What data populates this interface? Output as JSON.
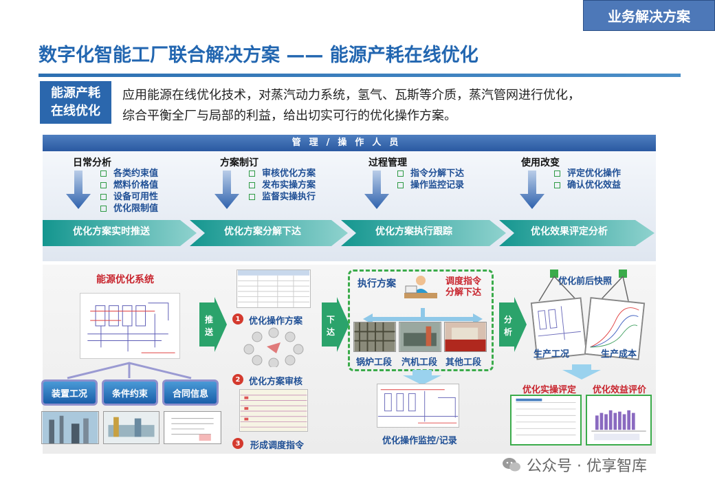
{
  "tag": "业务解决方案",
  "title": "数字化智能工厂联合解决方案 —— 能源产耗在线优化",
  "badge": [
    "能源产耗",
    "在线优化"
  ],
  "intro": [
    "应用能源在线优化技术，对蒸汽动力系统，氢气、瓦斯等介质，蒸汽管网进行优化，",
    "综合平衡全厂与局部的利益，给出切实可行的优化操作方案。"
  ],
  "manager_bar": "管理/操作人员",
  "phases": [
    {
      "title": "日常分析",
      "items": [
        "各类约束值",
        "燃料价格值",
        "设备可用性",
        "优化限制值"
      ],
      "chevron": "优化方案实时推送"
    },
    {
      "title": "方案制订",
      "items": [
        "审核优化方案",
        "发布实操方案",
        "监督实操执行"
      ],
      "chevron": "优化方案分解下达"
    },
    {
      "title": "过程管理",
      "items": [
        "指令分解下达",
        "操作监控记录"
      ],
      "chevron": "优化方案执行跟踪"
    },
    {
      "title": "使用改变",
      "items": [
        "评定优化操作",
        "确认优化效益"
      ],
      "chevron": "优化效果评定分析"
    }
  ],
  "colors": {
    "accent": "#2266b0",
    "chevron": "#1aa6a0",
    "check": "#2d9a43",
    "highlight": "#c8252e"
  },
  "flow": {
    "system_label": "能源优化系统",
    "inputs": [
      "装置工况",
      "条件约束",
      "合同信息"
    ],
    "arrow1": "推送",
    "steps": [
      {
        "num": "1",
        "label": "优化操作方案"
      },
      {
        "num": "2",
        "label": "优化方案审核"
      },
      {
        "num": "3",
        "label": "形成调度指令"
      }
    ],
    "arrow2": "下达",
    "exec_label": "执行方案",
    "dispatch_label": "调度指令\n分解下达",
    "sections": [
      "锅炉工段",
      "汽机工段",
      "其他工段"
    ],
    "monitor_label": "优化操作监控/记录",
    "arrow3": "分析",
    "snapshot_label": "优化前后快照",
    "frames": [
      "生产工况",
      "生产成本"
    ],
    "evals": [
      "优化实操评定",
      "优化效益评价"
    ]
  },
  "watermark": "公众号 · 优享智库"
}
